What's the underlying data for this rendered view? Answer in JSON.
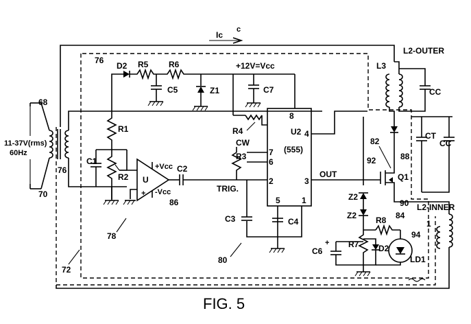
{
  "figure": {
    "caption": "FIG. 5"
  },
  "labels": {
    "ic": "Ic",
    "ic_sup": "c",
    "vcc12": "+12V=Vcc",
    "d2a": "D2",
    "r5": "R5",
    "r6": "R6",
    "c5": "C5",
    "z1": "Z1",
    "c7": "C7",
    "r1": "R1",
    "r2": "R2",
    "c1": "C1",
    "u": "U",
    "pvcc": "+Vcc",
    "mvcc": "-Vcc",
    "c2": "C2",
    "r4": "R4",
    "cw": "CW",
    "r3": "R3",
    "trig": "TRIG.",
    "u2": "U2",
    "ic555": "(555)",
    "p8": "8",
    "p4": "4",
    "p7": "7",
    "p6": "6",
    "p2": "2",
    "p3": "3",
    "p5": "5",
    "p1": "1",
    "out": "OUT",
    "c3": "C3",
    "c4": "C4",
    "l3": "L3",
    "l2outer": "L2-OUTER",
    "cc1": "CC",
    "ct": "CT",
    "cc2": "CC",
    "q1": "Q1",
    "z2a": "Z2",
    "z2b": "Z2",
    "r8": "R8",
    "r7": "R7",
    "c6": "C6",
    "d2b": "D2",
    "ld1": "LD1",
    "l2inner": "L2-INNER",
    "src_v": "11-37V(rms)",
    "src_f": "60Hz"
  },
  "refs": {
    "r68": "68",
    "r70": "70",
    "r76a": "76",
    "r76b": "76",
    "r72": "72",
    "r78": "78",
    "r80": "80",
    "r86": "86",
    "r82": "82",
    "r88": "88",
    "r92": "92",
    "r90": "90",
    "r84": "84",
    "r94": "94",
    "r1": "1"
  }
}
